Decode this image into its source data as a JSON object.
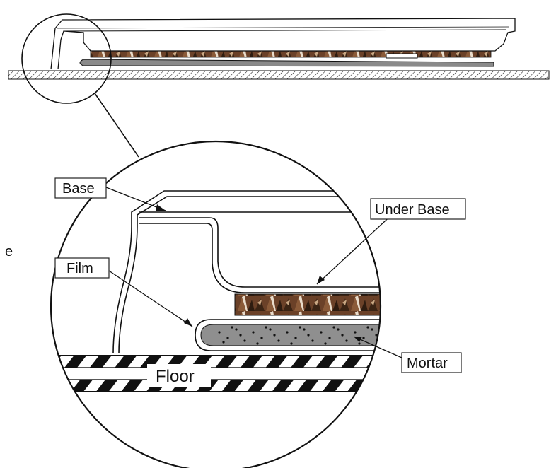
{
  "labels": {
    "base": "Base",
    "under_base": "Under Base",
    "film": "Film",
    "mortar": "Mortar",
    "floor": "Floor",
    "side_fragment": "e"
  },
  "colors": {
    "line": "#111111",
    "mortar_fill": "#7a7a7a",
    "tile_brown": "#5a3320"
  }
}
